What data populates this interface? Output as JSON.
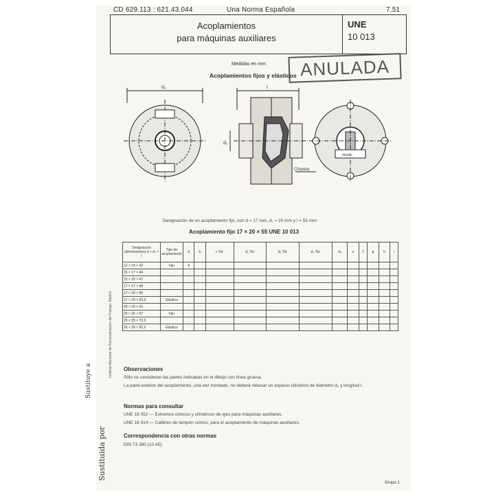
{
  "header": {
    "cdu": "CD 629.113 : 621.43.044",
    "norma": "Una Norma Española",
    "page": "7.51"
  },
  "title": {
    "line1": "Acoplamientos",
    "line2": "para máquinas auxiliares",
    "code1": "UNE",
    "code2": "10 013"
  },
  "stamp": "ANULADA",
  "measures_note": "Medidas en mm",
  "section_title": "Acoplamientos fijos y elásticos",
  "drawing": {
    "dim_d2": "d₂",
    "dim_l": "l",
    "dim_d1": "d₁",
    "callout": "Chaveta",
    "key_label": "detalle"
  },
  "designation_note": "Designación de un acoplamiento fijo, con d = 17 mm, d₁ = 20 mm y l = 55 mm:",
  "designation": "Acoplamiento fijo 17 × 20 × 55 UNE 10 013",
  "table": {
    "headers": [
      "Designación (dimensiones) d × d₁ × l",
      "Tipo de acoplamiento",
      "d",
      "b",
      "c Tol.",
      "d₁ Tol.",
      "d₂ Tol.",
      "d₃ Tol.",
      "d₄",
      "e",
      "f",
      "g",
      "h",
      "i"
    ],
    "rows": [
      [
        "12 × 15 × 42",
        "Fijo",
        "4",
        "",
        "",
        "",
        "",
        "",
        "",
        "",
        "",
        "",
        "",
        ""
      ],
      [
        "15 × 17 × 44",
        "",
        "",
        "",
        "",
        "",
        "",
        "",
        "",
        "",
        "",
        "",
        "",
        ""
      ],
      [
        "15 × 20 × 47",
        "",
        "",
        "",
        "",
        "",
        "",
        "",
        "",
        "",
        "",
        "",
        "",
        ""
      ],
      [
        "17 × 17 × 48",
        "",
        "",
        "",
        "",
        "",
        "",
        "",
        "",
        "",
        "",
        "",
        "",
        ""
      ],
      [
        "17 × 20 × 55",
        "",
        "",
        "",
        "",
        "",
        "",
        "",
        "",
        "",
        "",
        "",
        "",
        ""
      ],
      [
        "17 × 20 × 55,5",
        "Elástico",
        "",
        "",
        "",
        "",
        "",
        "",
        "",
        "",
        "",
        "",
        "",
        ""
      ],
      [
        "20 × 20 × 65",
        "",
        "",
        "",
        "",
        "",
        "",
        "",
        "",
        "",
        "",
        "",
        "",
        ""
      ],
      [
        "20 × 25 × 57",
        "Fijo",
        "",
        "",
        "",
        "",
        "",
        "",
        "",
        "",
        "",
        "",
        "",
        ""
      ],
      [
        "25 × 25 × 72,5",
        "",
        "",
        "",
        "",
        "",
        "",
        "",
        "",
        "",
        "",
        "",
        "",
        ""
      ],
      [
        "25 × 25 × 92,5",
        "Elástico",
        "",
        "",
        "",
        "",
        "",
        "",
        "",
        "",
        "",
        "",
        "",
        ""
      ]
    ]
  },
  "sections": {
    "observaciones": "Observaciones",
    "obs1": "Sólo se consideran las partes indicadas en el dibujo con línea gruesa.",
    "obs2": "La parte exterior del acoplamiento, una vez montado, no deberá rebasar un espacio cilíndrico de diámetro d₂ y longitud l.",
    "normas": "Normas para consultar",
    "norma1": "UNE 18 052 — Extremos cónicos y cilíndricos de ejes para máquinas auxiliares.",
    "norma2": "UNE 18 014 — Calibres de tampón cónico, para el acoplamiento de máquinas auxiliares.",
    "corresp": "Correspondencia con otras normas",
    "corresp1": "DIN 73 380 (10.45)."
  },
  "side_note": "Instituto Nacional de Racionalización del Trabajo, Madrid",
  "margin_hand": {
    "line1": "Sustituida por",
    "line2": "Sustituye a"
  },
  "footer": "Grupo 1"
}
